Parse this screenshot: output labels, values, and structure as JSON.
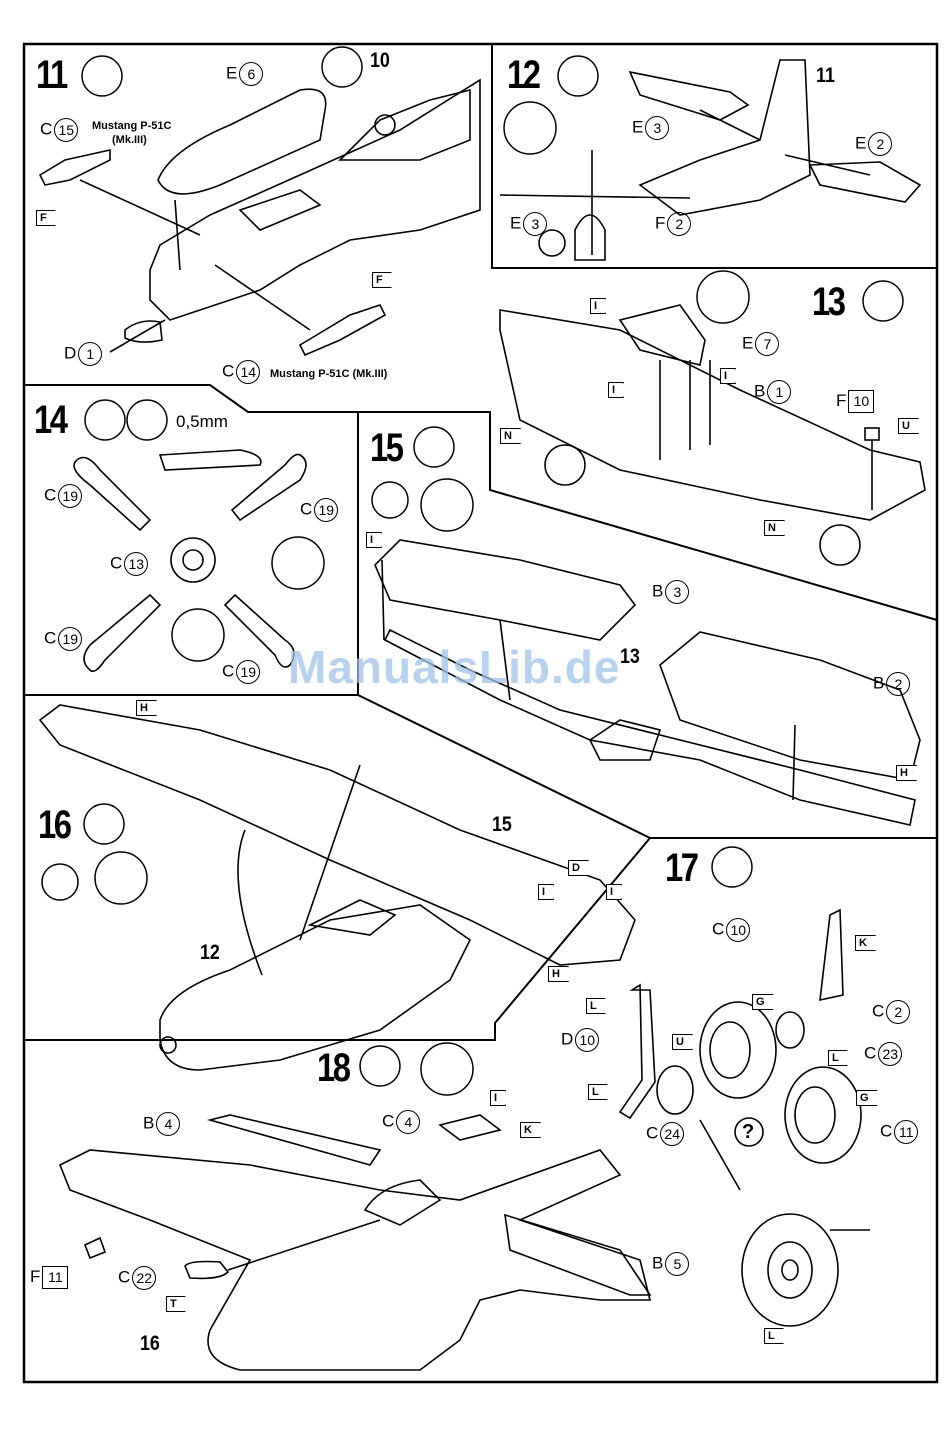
{
  "watermark": "ManualsLib.de",
  "steps": [
    {
      "number": "11"
    },
    {
      "number": "12"
    },
    {
      "number": "13"
    },
    {
      "number": "14"
    },
    {
      "number": "15"
    },
    {
      "number": "16"
    },
    {
      "number": "17"
    },
    {
      "number": "18"
    }
  ],
  "step11": {
    "C15": {
      "letter": "C",
      "num": "15"
    },
    "note_top": "Mustang P-51C",
    "note_top2": "(Mk.III)",
    "E6": {
      "letter": "E",
      "num": "6"
    },
    "ref10": "10",
    "D1": {
      "letter": "D",
      "num": "1"
    },
    "C14": {
      "letter": "C",
      "num": "14"
    },
    "note_bottom": "Mustang P-51C (Mk.III)",
    "tagF1": "F",
    "tagF2": "F"
  },
  "step12": {
    "ref11": "11",
    "E3a": {
      "letter": "E",
      "num": "3"
    },
    "E2a": {
      "letter": "E",
      "num": "2"
    },
    "E3b": {
      "letter": "E",
      "num": "3"
    },
    "F2": {
      "letter": "F",
      "num": "2"
    }
  },
  "step13": {
    "E7": {
      "letter": "E",
      "num": "7"
    },
    "B1": {
      "letter": "B",
      "num": "1"
    },
    "F10": {
      "letter": "F",
      "num": "10"
    },
    "tagI1": "I",
    "tagI2": "I",
    "tagI3": "I",
    "tagN1": "N",
    "tagN2": "N",
    "tagU": "U"
  },
  "step14": {
    "drill": "0,5mm",
    "C19a": {
      "letter": "C",
      "num": "19"
    },
    "C19b": {
      "letter": "C",
      "num": "19"
    },
    "C13": {
      "letter": "C",
      "num": "13"
    },
    "C19c": {
      "letter": "C",
      "num": "19"
    },
    "C19d": {
      "letter": "C",
      "num": "19"
    }
  },
  "step15": {
    "B3": {
      "letter": "B",
      "num": "3"
    },
    "B2": {
      "letter": "B",
      "num": "2"
    },
    "ref13": "13",
    "tagI": "I",
    "tagH": "H"
  },
  "step16": {
    "ref15": "15",
    "ref12": "12",
    "tagH1": "H",
    "tagD": "D",
    "tagI1": "I",
    "tagI2": "I",
    "tagH2": "H"
  },
  "step17": {
    "C10": {
      "letter": "C",
      "num": "10"
    },
    "C2": {
      "letter": "C",
      "num": "2"
    },
    "D10": {
      "letter": "D",
      "num": "10"
    },
    "C23": {
      "letter": "C",
      "num": "23"
    },
    "C24": {
      "letter": "C",
      "num": "24"
    },
    "C11": {
      "letter": "C",
      "num": "11"
    },
    "tagK": "K",
    "tagG1": "G",
    "tagL1": "L",
    "tagU": "U",
    "tagL2": "L",
    "tagL3": "L",
    "tagG2": "G",
    "tagL4": "L",
    "question": "?"
  },
  "step18": {
    "B4": {
      "letter": "B",
      "num": "4"
    },
    "C4": {
      "letter": "C",
      "num": "4"
    },
    "F11": {
      "letter": "F",
      "num": "11"
    },
    "C22": {
      "letter": "C",
      "num": "22"
    },
    "B5": {
      "letter": "B",
      "num": "5"
    },
    "ref16": "16",
    "tagI": "I",
    "tagK": "K",
    "tagT": "T"
  }
}
